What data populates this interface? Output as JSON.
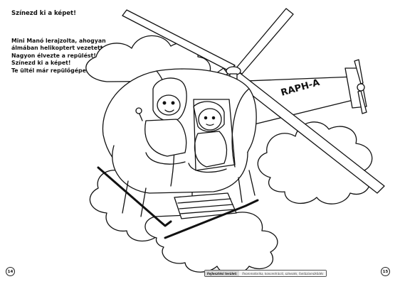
{
  "page": {
    "title": "Színezd ki a képet!",
    "verse_lines": [
      "Mini Manó lerajzolta, ahogyan",
      "álmában helikoptert vezetett.",
      "Nagyon élvezte a repülést!",
      "Színezd ki a képet!",
      "Te ültél már repülőgépen?"
    ],
    "helicopter_tail_text": "RAPH-A",
    "page_number_left": "14",
    "page_number_right": "15",
    "footer": {
      "tag": "Fejlesztési terület:",
      "text": "finommotorika, koncentráció, színezés, fantáziaműködés"
    }
  }
}
